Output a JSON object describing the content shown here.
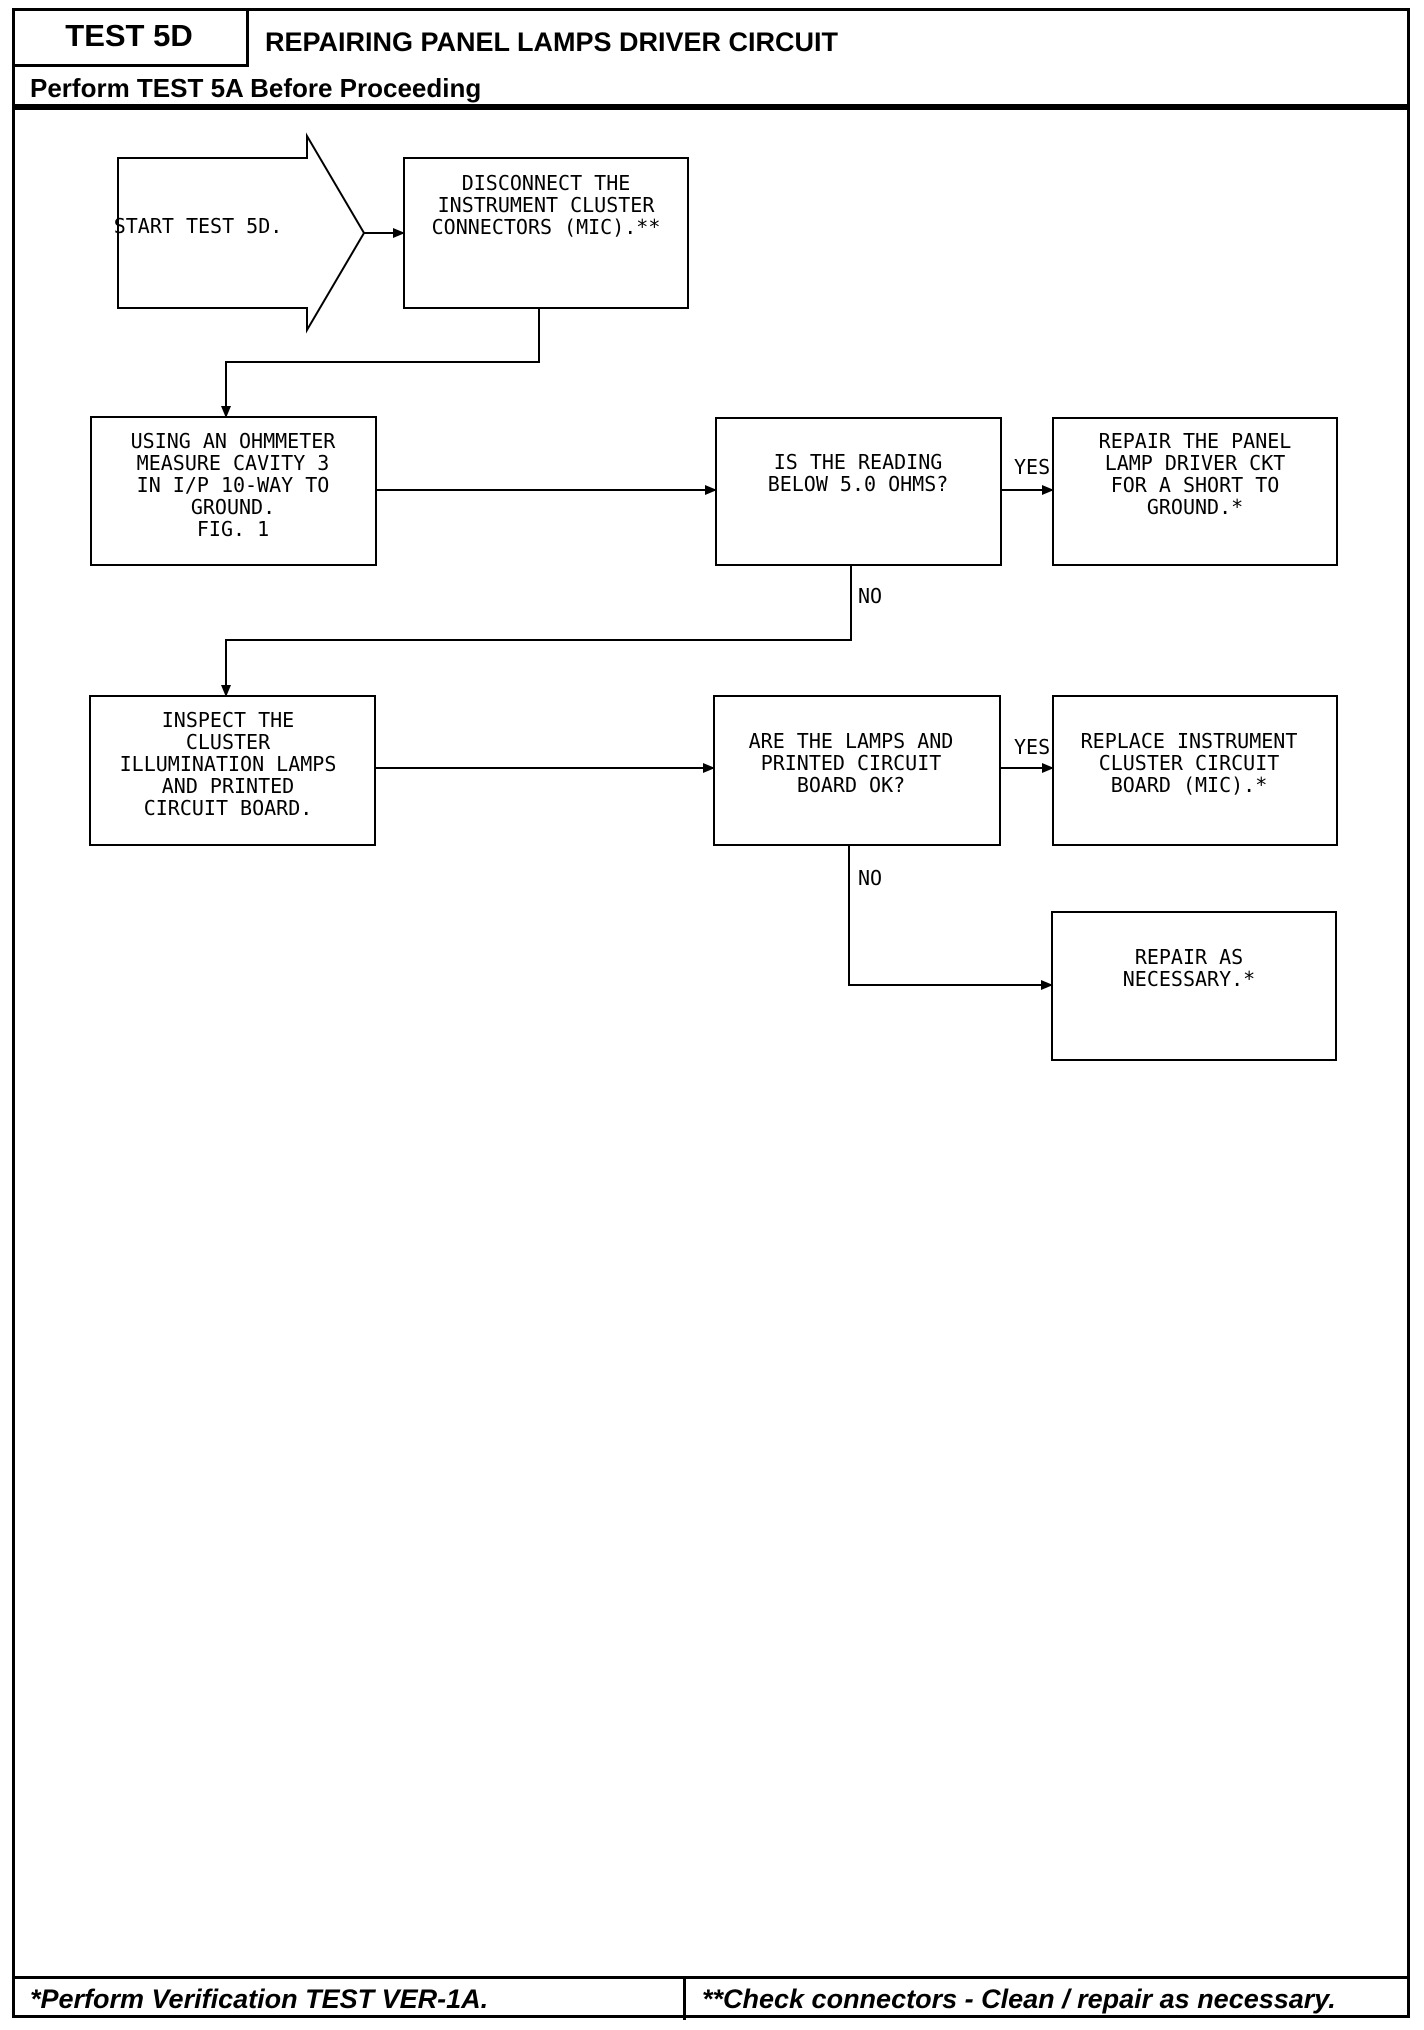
{
  "header": {
    "test_id": "TEST 5D",
    "title": "REPAIRING PANEL LAMPS DRIVER CIRCUIT",
    "prerequisite": "Perform TEST 5A Before Proceeding"
  },
  "flowchart": {
    "start": [
      "START TEST 5D."
    ],
    "disconnect": [
      "DISCONNECT THE",
      "INSTRUMENT CLUSTER",
      "CONNECTORS (MIC).**"
    ],
    "measure": [
      "USING AN OHMMETER",
      "MEASURE CAVITY 3",
      "IN I/P 10-WAY TO",
      "GROUND.",
      "FIG. 1"
    ],
    "question1": [
      "IS THE READING",
      "BELOW 5.0 OHMS?"
    ],
    "repair_driver": [
      "REPAIR THE PANEL",
      "LAMP DRIVER CKT",
      "FOR A SHORT TO",
      "GROUND.*"
    ],
    "inspect": [
      "INSPECT THE",
      "CLUSTER",
      "ILLUMINATION LAMPS",
      "AND PRINTED",
      "CIRCUIT BOARD."
    ],
    "question2": [
      "ARE THE LAMPS AND",
      "PRINTED CIRCUIT",
      "BOARD OK?"
    ],
    "replace": [
      "REPLACE INSTRUMENT",
      "CLUSTER CIRCUIT",
      "BOARD (MIC).*"
    ],
    "repair_necessary": [
      "REPAIR AS",
      "NECESSARY.*"
    ],
    "labels": {
      "yes1": "YES",
      "no1": "NO",
      "yes2": "YES",
      "no2": "NO"
    }
  },
  "footer": {
    "left": "*Perform Verification TEST VER-1A.",
    "right": "**Check connectors - Clean / repair as necessary."
  }
}
